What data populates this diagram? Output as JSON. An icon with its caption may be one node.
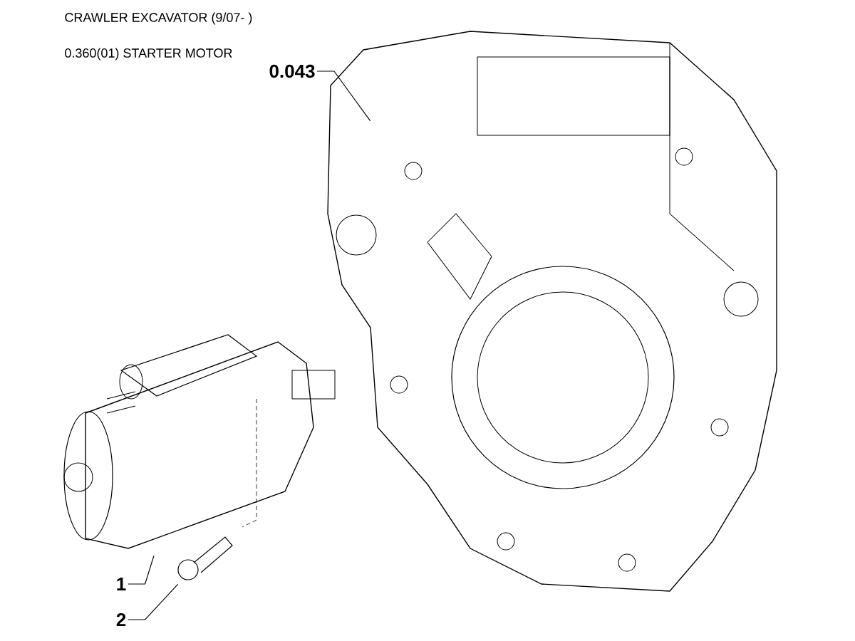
{
  "diagram": {
    "title": "CRAWLER EXCAVATOR (9/07- )",
    "nodes": [
      {
        "text": [
          "0.043"
        ]
      },
      {
        "text": [],
        "shape": "picture"
      },
      {
        "text": [
          "1"
        ]
      },
      {
        "text": [],
        "shape": "picture"
      },
      {
        "text": [
          "2"
        ]
      },
      {
        "text": [],
        "shape": "picture"
      }
    ],
    "edges": [
      {
        "from": 0,
        "to": 1,
        "arrow": "none"
      },
      {
        "from": 2,
        "to": 3,
        "arrow": "none"
      },
      {
        "from": 4,
        "to": 5,
        "arrow": "none"
      }
    ],
    "labels": [
      "0.360(01) STARTER MOTOR"
    ]
  }
}
